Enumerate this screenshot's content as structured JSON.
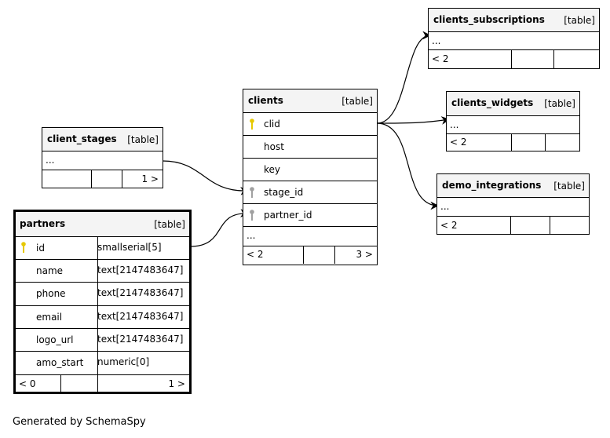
{
  "tables": {
    "clients_subscriptions": {
      "name": "clients_subscriptions",
      "kind": "[table]",
      "ellipsis": "...",
      "foot_left": "< 2"
    },
    "clients_widgets": {
      "name": "clients_widgets",
      "kind": "[table]",
      "ellipsis": "...",
      "foot_left": "< 2"
    },
    "demo_integrations": {
      "name": "demo_integrations",
      "kind": "[table]",
      "ellipsis": "...",
      "foot_left": "< 2"
    },
    "clients": {
      "name": "clients",
      "kind": "[table]",
      "columns": [
        "clid",
        "host",
        "key",
        "stage_id",
        "partner_id"
      ],
      "ellipsis": "...",
      "foot_left": "< 2",
      "foot_right": "3 >"
    },
    "client_stages": {
      "name": "client_stages",
      "kind": "[table]",
      "ellipsis": "...",
      "foot_right": "1 >"
    },
    "partners": {
      "name": "partners",
      "kind": "[table]",
      "columns": [
        {
          "name": "id",
          "type": "smallserial[5]"
        },
        {
          "name": "name",
          "type": "text[2147483647]"
        },
        {
          "name": "phone",
          "type": "text[2147483647]"
        },
        {
          "name": "email",
          "type": "text[2147483647]"
        },
        {
          "name": "logo_url",
          "type": "text[2147483647]"
        },
        {
          "name": "amo_start",
          "type": "numeric[0]"
        }
      ],
      "foot_left": "< 0",
      "foot_right": "1 >"
    }
  },
  "footer": "Generated by SchemaSpy",
  "colors": {
    "primary_key": "#e6c800",
    "foreign_key": "#a0a0a0",
    "header_bg": "#f4f4f4"
  }
}
